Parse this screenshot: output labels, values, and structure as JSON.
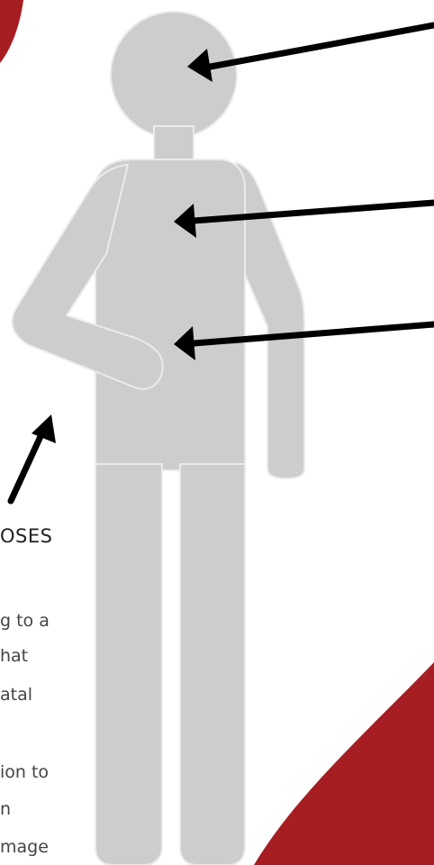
{
  "colors": {
    "accent_red": "#a61e22",
    "figure_gray": "#cdcdcd",
    "figure_outline": "#ebebeb",
    "arrow": "#000000",
    "text": "#444444"
  },
  "labels": {
    "heading_fragment": "OSES",
    "body_fragments": [
      "g to a",
      "hat",
      "atal",
      "ion to",
      "n",
      "mage"
    ]
  }
}
